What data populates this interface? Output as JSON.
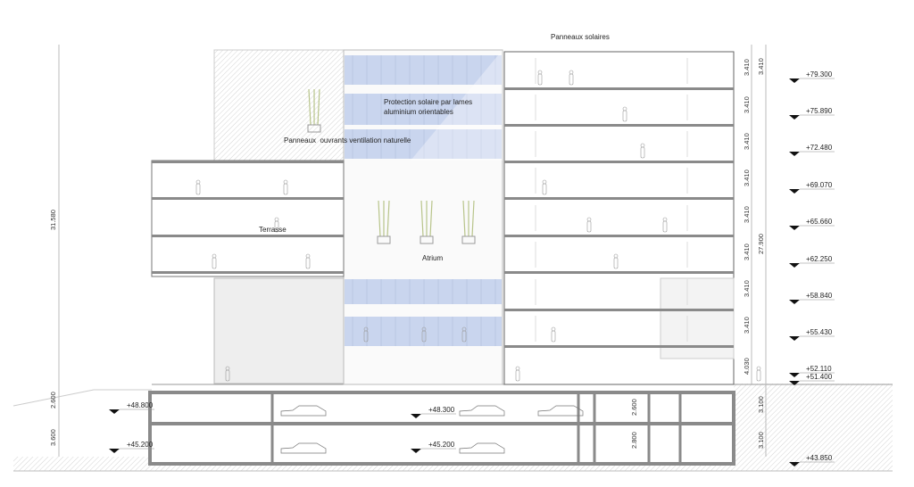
{
  "annotations": {
    "solar_panels": "Panneaux solaires",
    "sun_protection_line1": "Protection solaire par lames",
    "sun_protection_line2": "aluminium orientables",
    "vent_panels": "Panneaux  ouvrants ventilation naturelle",
    "terrace": "Terrasse",
    "atrium": "Atrium"
  },
  "dimensions": {
    "total_height_left": "31.580",
    "left_basement_upper": "2.600",
    "left_basement_lower": "3.600",
    "floor_heights": [
      "3.410",
      "3.410",
      "3.410",
      "3.410",
      "3.410",
      "3.410",
      "3.410",
      "3.410",
      "4.030"
    ],
    "top_floor_outer": "3.410",
    "tower_height": "27.900",
    "basement_right_upper": "3.100",
    "basement_right_lower": "3.100",
    "core_upper": "2.600",
    "core_lower": "2.800"
  },
  "levels": {
    "right": [
      "+79.300",
      "+75.890",
      "+72.480",
      "+69.070",
      "+65.660",
      "+62.250",
      "+58.840",
      "+55.430",
      "+52.110",
      "+51.400",
      "+43.850"
    ],
    "basement_left_upper": "+48.800",
    "basement_left_lower": "+45.200",
    "basement_mid_upper": "+48.300",
    "basement_mid_lower": "+45.200"
  },
  "colors": {
    "glass_blue": "#c9d5ee",
    "structure": "#8a8a8a",
    "hatch": "#e4e4e4"
  }
}
